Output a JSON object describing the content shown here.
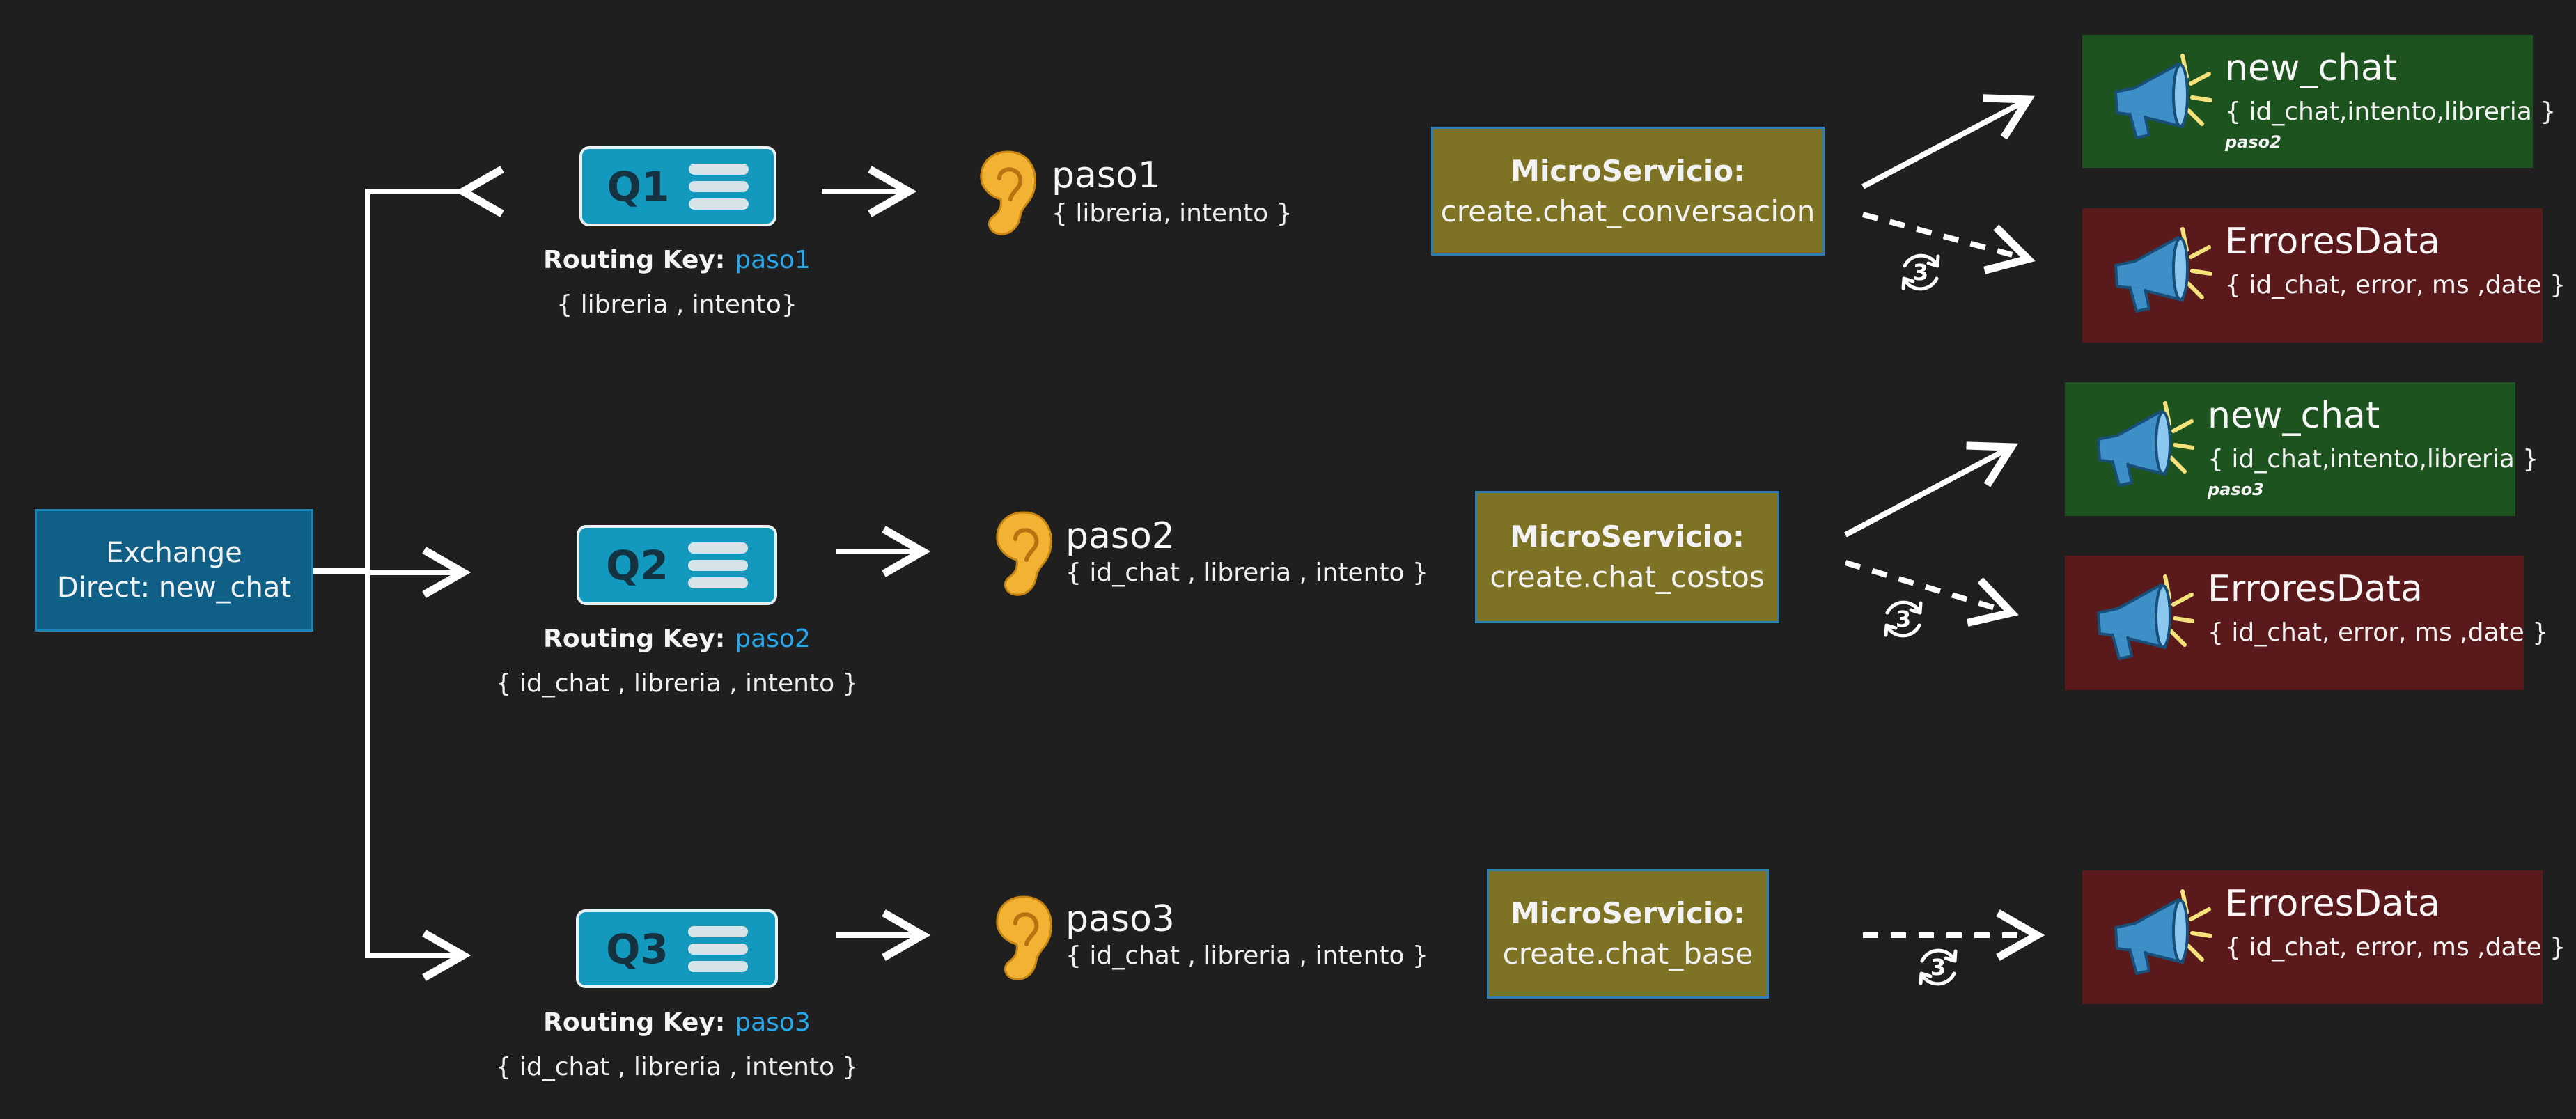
{
  "exchange": {
    "line1": "Exchange",
    "line2": "Direct: new_chat"
  },
  "queues": [
    {
      "label": "Q1",
      "routing_key_label": "Routing Key:",
      "routing_key": "paso1",
      "payload": "{ libreria , intento}"
    },
    {
      "label": "Q2",
      "routing_key_label": "Routing Key:",
      "routing_key": "paso2",
      "payload": "{ id_chat , libreria , intento }"
    },
    {
      "label": "Q3",
      "routing_key_label": "Routing Key:",
      "routing_key": "paso3",
      "payload": "{ id_chat , libreria , intento }"
    }
  ],
  "consumers": [
    {
      "name": "paso1",
      "payload": "{ libreria, intento }",
      "icon": "ear-icon"
    },
    {
      "name": "paso2",
      "payload": "{ id_chat , libreria , intento }",
      "icon": "ear-icon"
    },
    {
      "name": "paso3",
      "payload": "{ id_chat , libreria , intento }",
      "icon": "ear-icon"
    }
  ],
  "microservices": [
    {
      "title": "MicroServicio:",
      "name": "create.chat_conversacion"
    },
    {
      "title": "MicroServicio:",
      "name": "create.chat_costos"
    },
    {
      "title": "MicroServicio:",
      "name": "create.chat_base"
    }
  ],
  "publishers": [
    {
      "name": "new_chat",
      "payload": "{ id_chat,intento,libreria }",
      "note": "paso2",
      "status": "success",
      "icon": "megaphone-icon"
    },
    {
      "name": "ErroresData",
      "payload": "{ id_chat, error, ms ,date }",
      "status": "error",
      "icon": "megaphone-icon"
    },
    {
      "name": "new_chat",
      "payload": "{ id_chat,intento,libreria }",
      "note": "paso3",
      "status": "success",
      "icon": "megaphone-icon"
    },
    {
      "name": "ErroresData",
      "payload": "{ id_chat, error, ms ,date }",
      "status": "error",
      "icon": "megaphone-icon"
    },
    {
      "name": "ErroresData",
      "payload": "{ id_chat, error, ms ,date }",
      "status": "error",
      "icon": "megaphone-icon"
    }
  ],
  "retry_badges": [
    {
      "count": "3",
      "icon": "retry-icon"
    },
    {
      "count": "3",
      "icon": "retry-icon"
    },
    {
      "count": "3",
      "icon": "retry-icon"
    }
  ],
  "colors": {
    "background": "#1f1f1f",
    "exchange": "#0f5f86",
    "queue": "#1499be",
    "microservice": "#7e7224",
    "publisher_success": "#1d531f",
    "publisher_error": "#5a1a1c",
    "routing_key": "#28a8ea",
    "ear": "#f2b233",
    "megaphone": "#3e8fc8"
  }
}
